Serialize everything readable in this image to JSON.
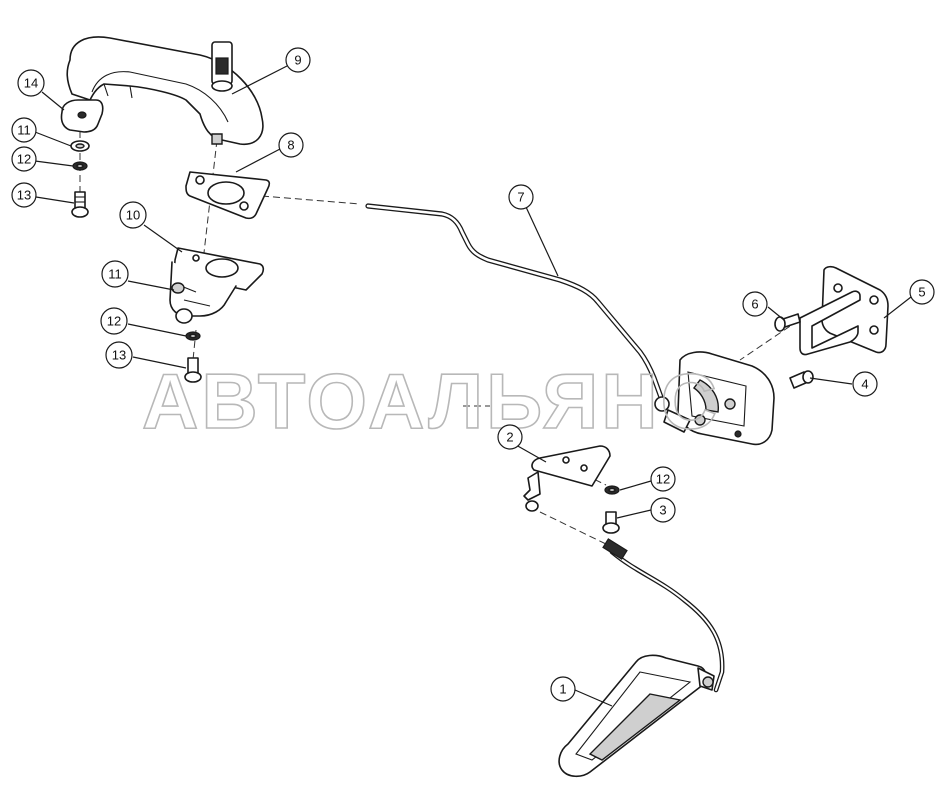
{
  "diagram": {
    "watermark": "АВТОАЛЬЯНС",
    "callouts": [
      {
        "id": "c14a",
        "label": "14"
      },
      {
        "id": "c11a",
        "label": "11"
      },
      {
        "id": "c12a",
        "label": "12"
      },
      {
        "id": "c13a",
        "label": "13"
      },
      {
        "id": "c9",
        "label": "9"
      },
      {
        "id": "c8",
        "label": "8"
      },
      {
        "id": "c10",
        "label": "10"
      },
      {
        "id": "c11b",
        "label": "11"
      },
      {
        "id": "c12b",
        "label": "12"
      },
      {
        "id": "c13b",
        "label": "13"
      },
      {
        "id": "c7",
        "label": "7"
      },
      {
        "id": "c6",
        "label": "6"
      },
      {
        "id": "c5",
        "label": "5"
      },
      {
        "id": "c4",
        "label": "4"
      },
      {
        "id": "c2",
        "label": "2"
      },
      {
        "id": "c12c",
        "label": "12"
      },
      {
        "id": "c3",
        "label": "3"
      },
      {
        "id": "c1",
        "label": "1"
      }
    ]
  }
}
